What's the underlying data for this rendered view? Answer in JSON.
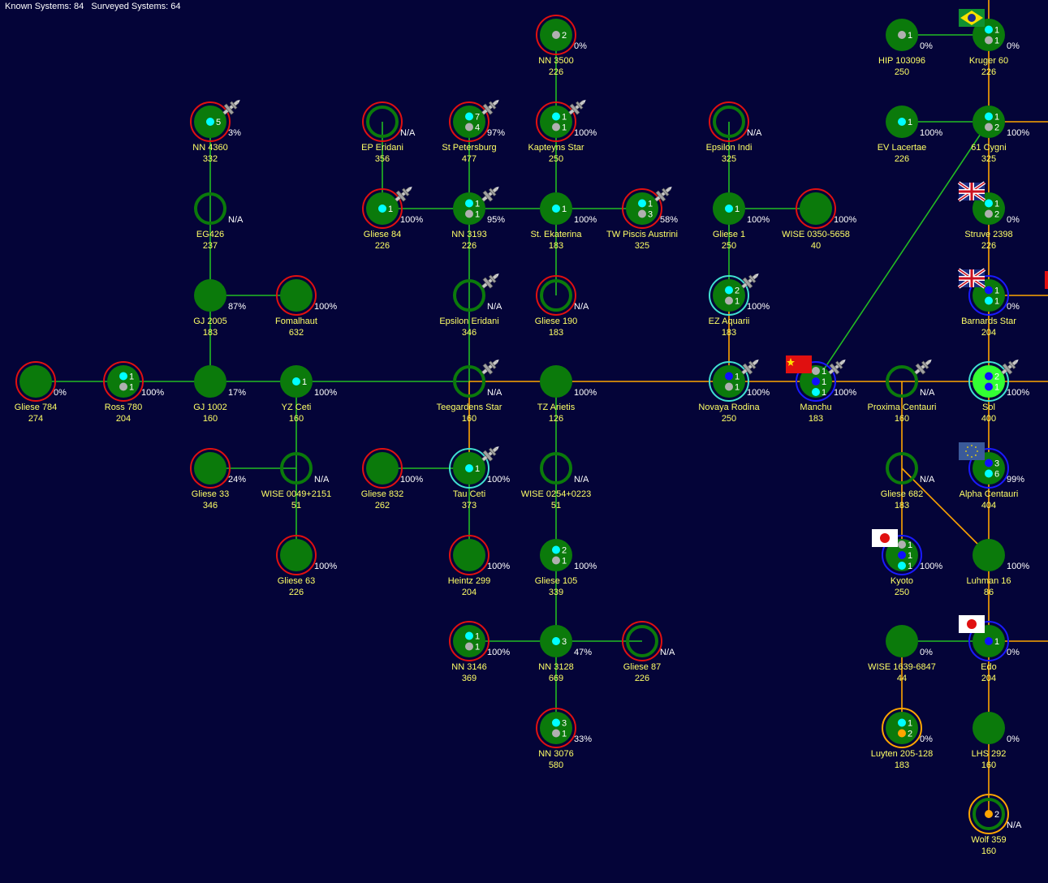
{
  "header": {
    "known_label": "Known Systems:",
    "known_count": "84",
    "surveyed_label": "Surveyed Systems:",
    "surveyed_count": "64"
  },
  "colors": {
    "background": "#040438",
    "planet_fill": "#0b7a0b",
    "home_fill": "#33ff33",
    "label_text": "#ffff66",
    "pct_text": "#ffffff",
    "ring_unsurveyed": "#e01010",
    "ring_cyan": "#40e0d0",
    "ring_blue": "#1a1aff",
    "ring_orange": "#ffa500",
    "lane_green": "#22bb22",
    "lane_orange": "#ffa500",
    "dot_cyan": "#00ffff",
    "dot_grey": "#b0b0b0",
    "dot_blue": "#1010ff",
    "dot_orange": "#ffa500"
  },
  "systems": [
    {
      "id": "nn3500",
      "name": "NN 3500",
      "value": "226",
      "pct": "0%",
      "ring": "red",
      "dots": [
        {
          "c": "grey",
          "n": "2"
        }
      ]
    },
    {
      "id": "nn4360",
      "name": "NN 4360",
      "value": "332",
      "pct": "3%",
      "ring": "red",
      "ship": true,
      "dots": [
        {
          "c": "cyan",
          "n": "5"
        }
      ]
    },
    {
      "id": "epEridani",
      "name": "EP Eridani",
      "value": "356",
      "pct": "N/A",
      "ring": "red",
      "hollow": true,
      "dots": []
    },
    {
      "id": "stPetersburg",
      "name": "St Petersburg",
      "value": "477",
      "pct": "97%",
      "ring": "red",
      "ship": true,
      "dots": [
        {
          "c": "cyan",
          "n": "7"
        },
        {
          "c": "grey",
          "n": "4"
        }
      ]
    },
    {
      "id": "kapteyns",
      "name": "Kapteyns Star",
      "value": "250",
      "pct": "100%",
      "ring": "red",
      "ship": true,
      "dots": [
        {
          "c": "cyan",
          "n": "1"
        },
        {
          "c": "grey",
          "n": "1"
        }
      ]
    },
    {
      "id": "epsIndi",
      "name": "Epsilon Indi",
      "value": "325",
      "pct": "N/A",
      "ring": "red",
      "hollow": true,
      "dots": []
    },
    {
      "id": "hip103096",
      "name": "HIP 103096",
      "value": "250",
      "pct": "0%",
      "ring": "none",
      "dots": [
        {
          "c": "grey",
          "n": "1"
        }
      ]
    },
    {
      "id": "kruger60",
      "name": "Kruger 60",
      "value": "226",
      "pct": "0%",
      "ring": "none",
      "flag": "brazil",
      "dots": [
        {
          "c": "cyan",
          "n": "1"
        },
        {
          "c": "grey",
          "n": "1"
        }
      ]
    },
    {
      "id": "evLacertae",
      "name": "EV Lacertae",
      "value": "226",
      "pct": "100%",
      "ring": "none",
      "dots": [
        {
          "c": "cyan",
          "n": "1"
        }
      ]
    },
    {
      "id": "cygni61",
      "name": "61 Cygni",
      "value": "325",
      "pct": "100%",
      "ring": "none",
      "dots": [
        {
          "c": "cyan",
          "n": "1"
        },
        {
          "c": "grey",
          "n": "2"
        }
      ]
    },
    {
      "id": "eg426",
      "name": "EG426",
      "value": "237",
      "pct": "N/A",
      "ring": "none",
      "hollow": true,
      "dots": []
    },
    {
      "id": "gliese84",
      "name": "Gliese 84",
      "value": "226",
      "pct": "100%",
      "ring": "red",
      "ship": true,
      "dots": [
        {
          "c": "cyan",
          "n": "1"
        }
      ]
    },
    {
      "id": "nn3193",
      "name": "NN 3193",
      "value": "226",
      "pct": "95%",
      "ring": "none",
      "ship": true,
      "dots": [
        {
          "c": "cyan",
          "n": "1"
        },
        {
          "c": "grey",
          "n": "1"
        }
      ]
    },
    {
      "id": "stEkaterina",
      "name": "St. Ekaterina",
      "value": "183",
      "pct": "100%",
      "ring": "none",
      "dots": [
        {
          "c": "cyan",
          "n": "1"
        }
      ]
    },
    {
      "id": "twPiscis",
      "name": "TW Piscis Austrini",
      "value": "325",
      "pct": "58%",
      "ring": "red",
      "ship": true,
      "dots": [
        {
          "c": "cyan",
          "n": "1"
        },
        {
          "c": "grey",
          "n": "3"
        }
      ]
    },
    {
      "id": "gliese1",
      "name": "Gliese 1",
      "value": "250",
      "pct": "100%",
      "ring": "none",
      "dots": [
        {
          "c": "cyan",
          "n": "1"
        }
      ]
    },
    {
      "id": "wise0350",
      "name": "WISE 0350-5658",
      "value": "40",
      "pct": "100%",
      "ring": "red",
      "dots": []
    },
    {
      "id": "struve2398",
      "name": "Struve 2398",
      "value": "226",
      "pct": "0%",
      "ring": "none",
      "flag": "uk",
      "dots": [
        {
          "c": "cyan",
          "n": "1"
        },
        {
          "c": "grey",
          "n": "2"
        }
      ]
    },
    {
      "id": "gj2005",
      "name": "GJ 2005",
      "value": "183",
      "pct": "87%",
      "ring": "none",
      "dots": []
    },
    {
      "id": "fomalhaut",
      "name": "Fomalhaut",
      "value": "632",
      "pct": "100%",
      "ring": "red",
      "dots": []
    },
    {
      "id": "epsEridani",
      "name": "Epsilon Eridani",
      "value": "346",
      "pct": "N/A",
      "ring": "none",
      "hollow": true,
      "ship": true,
      "dots": []
    },
    {
      "id": "gliese190",
      "name": "Gliese 190",
      "value": "183",
      "pct": "N/A",
      "ring": "red",
      "hollow": true,
      "dots": []
    },
    {
      "id": "ezAquarii",
      "name": "EZ Aquarii",
      "value": "183",
      "pct": "100%",
      "ring": "cyan",
      "ship": true,
      "dots": [
        {
          "c": "cyan",
          "n": "2"
        },
        {
          "c": "grey",
          "n": "1"
        }
      ]
    },
    {
      "id": "barnards",
      "name": "Barnards Star",
      "value": "204",
      "pct": "0%",
      "ring": "blue",
      "flag": "uk",
      "dots": [
        {
          "c": "blue",
          "n": "1"
        },
        {
          "c": "cyan",
          "n": "1"
        }
      ]
    },
    {
      "id": "gliese784",
      "name": "Gliese 784",
      "value": "274",
      "pct": "0%",
      "ring": "red",
      "dots": []
    },
    {
      "id": "ross780",
      "name": "Ross 780",
      "value": "204",
      "pct": "100%",
      "ring": "red",
      "dots": [
        {
          "c": "cyan",
          "n": "1"
        },
        {
          "c": "grey",
          "n": "1"
        }
      ]
    },
    {
      "id": "gj1002",
      "name": "GJ 1002",
      "value": "160",
      "pct": "17%",
      "ring": "none",
      "dots": []
    },
    {
      "id": "yzCeti",
      "name": "YZ Ceti",
      "value": "160",
      "pct": "100%",
      "ring": "none",
      "dots": [
        {
          "c": "cyan",
          "n": "1"
        }
      ]
    },
    {
      "id": "teegardens",
      "name": "Teegardens Star",
      "value": "160",
      "pct": "N/A",
      "ring": "none",
      "hollow": true,
      "ship": true,
      "dots": []
    },
    {
      "id": "tzArietis",
      "name": "TZ Arietis",
      "value": "126",
      "pct": "100%",
      "ring": "none",
      "dots": []
    },
    {
      "id": "novayaRodina",
      "name": "Novaya Rodina",
      "value": "250",
      "pct": "100%",
      "ring": "cyan",
      "ship": true,
      "dots": [
        {
          "c": "blue",
          "n": "1"
        },
        {
          "c": "grey",
          "n": "1"
        }
      ]
    },
    {
      "id": "manchu",
      "name": "Manchu",
      "value": "183",
      "pct": "100%",
      "ring": "blue",
      "flag": "china",
      "ship": true,
      "dots": [
        {
          "c": "grey",
          "n": "1"
        },
        {
          "c": "blue",
          "n": "1"
        },
        {
          "c": "cyan",
          "n": "1"
        }
      ]
    },
    {
      "id": "proxima",
      "name": "Proxima Centauri",
      "value": "160",
      "pct": "N/A",
      "ring": "none",
      "hollow": true,
      "ship": true,
      "dots": []
    },
    {
      "id": "sol",
      "name": "Sol",
      "value": "400",
      "pct": "100%",
      "ring": "cyan",
      "home": true,
      "ship": true,
      "dots": [
        {
          "c": "blue",
          "n": "2"
        },
        {
          "c": "blue",
          "n": "1"
        }
      ]
    },
    {
      "id": "gliese33",
      "name": "Gliese 33",
      "value": "346",
      "pct": "24%",
      "ring": "red",
      "dots": []
    },
    {
      "id": "wise0049",
      "name": "WISE 0049+2151",
      "value": "51",
      "pct": "N/A",
      "ring": "none",
      "hollow": true,
      "dots": []
    },
    {
      "id": "gliese832",
      "name": "Gliese 832",
      "value": "262",
      "pct": "100%",
      "ring": "red",
      "dots": []
    },
    {
      "id": "tauCeti",
      "name": "Tau Ceti",
      "value": "373",
      "pct": "100%",
      "ring": "cyan",
      "ship": true,
      "dots": [
        {
          "c": "cyan",
          "n": "1"
        }
      ]
    },
    {
      "id": "wise0254",
      "name": "WISE 0254+0223",
      "value": "51",
      "pct": "N/A",
      "ring": "none",
      "hollow": true,
      "dots": []
    },
    {
      "id": "gliese682",
      "name": "Gliese 682",
      "value": "183",
      "pct": "N/A",
      "ring": "none",
      "hollow": true,
      "dots": []
    },
    {
      "id": "alphaCen",
      "name": "Alpha Centauri",
      "value": "404",
      "pct": "99%",
      "ring": "blue",
      "flag": "eu",
      "dots": [
        {
          "c": "blue",
          "n": "3"
        },
        {
          "c": "cyan",
          "n": "6"
        }
      ]
    },
    {
      "id": "gliese63",
      "name": "Gliese 63",
      "value": "226",
      "pct": "100%",
      "ring": "red",
      "dots": []
    },
    {
      "id": "heintz299",
      "name": "Heintz 299",
      "value": "204",
      "pct": "100%",
      "ring": "red",
      "dots": []
    },
    {
      "id": "gliese105",
      "name": "Gliese 105",
      "value": "339",
      "pct": "100%",
      "ring": "none",
      "dots": [
        {
          "c": "cyan",
          "n": "2"
        },
        {
          "c": "grey",
          "n": "1"
        }
      ]
    },
    {
      "id": "kyoto",
      "name": "Kyoto",
      "value": "250",
      "pct": "100%",
      "ring": "blue",
      "flag": "japan",
      "dots": [
        {
          "c": "grey",
          "n": "1"
        },
        {
          "c": "blue",
          "n": "1"
        },
        {
          "c": "cyan",
          "n": "1"
        }
      ]
    },
    {
      "id": "luhman16",
      "name": "Luhman 16",
      "value": "86",
      "pct": "100%",
      "ring": "none",
      "dots": []
    },
    {
      "id": "nn3146",
      "name": "NN 3146",
      "value": "369",
      "pct": "100%",
      "ring": "red",
      "dots": [
        {
          "c": "cyan",
          "n": "1"
        },
        {
          "c": "grey",
          "n": "1"
        }
      ]
    },
    {
      "id": "nn3128",
      "name": "NN 3128",
      "value": "669",
      "pct": "47%",
      "ring": "none",
      "dots": [
        {
          "c": "cyan",
          "n": "3"
        }
      ]
    },
    {
      "id": "gliese87",
      "name": "Gliese 87",
      "value": "226",
      "pct": "N/A",
      "ring": "red",
      "hollow": true,
      "dots": []
    },
    {
      "id": "wise1639",
      "name": "WISE 1639-6847",
      "value": "44",
      "pct": "0%",
      "ring": "none",
      "dots": []
    },
    {
      "id": "edo",
      "name": "Edo",
      "value": "204",
      "pct": "0%",
      "ring": "blue",
      "flag": "japan",
      "dots": [
        {
          "c": "blue",
          "n": "1"
        }
      ]
    },
    {
      "id": "nn3076",
      "name": "NN 3076",
      "value": "580",
      "pct": "33%",
      "ring": "red",
      "dots": [
        {
          "c": "cyan",
          "n": "3"
        },
        {
          "c": "grey",
          "n": "1"
        }
      ]
    },
    {
      "id": "luyten205",
      "name": "Luyten 205-128",
      "value": "183",
      "pct": "0%",
      "ring": "orange",
      "dots": [
        {
          "c": "cyan",
          "n": "1"
        },
        {
          "c": "orange",
          "n": "2"
        }
      ]
    },
    {
      "id": "lhs292",
      "name": "LHS 292",
      "value": "160",
      "pct": "0%",
      "ring": "none",
      "dots": []
    },
    {
      "id": "wolf359",
      "name": "Wolf 359",
      "value": "160",
      "pct": "N/A",
      "ring": "orange",
      "hollow": true,
      "dots": [
        {
          "c": "orange",
          "n": "2"
        }
      ]
    }
  ],
  "lanes": [
    [
      "nn3500",
      "kapteyns",
      "g"
    ],
    [
      "kapteyns",
      "stEkaterina",
      "g"
    ],
    [
      "stEkaterina",
      "gliese190",
      "g"
    ],
    [
      "nn4360",
      "eg426",
      "g"
    ],
    [
      "eg426",
      "gj2005",
      "g"
    ],
    [
      "gj2005",
      "fomalhaut",
      "g"
    ],
    [
      "gj2005",
      "gj1002",
      "g"
    ],
    [
      "epEridani",
      "gliese84",
      "g"
    ],
    [
      "gliese84",
      "nn3193",
      "g"
    ],
    [
      "stPetersburg",
      "nn3193",
      "g"
    ],
    [
      "nn3193",
      "stEkaterina",
      "g"
    ],
    [
      "stEkaterina",
      "twPiscis",
      "g"
    ],
    [
      "nn3193",
      "epsEridani",
      "g"
    ],
    [
      "epsEridani",
      "teegardens",
      "g"
    ],
    [
      "epsIndi",
      "gliese1",
      "g"
    ],
    [
      "gliese1",
      "wise0350",
      "g"
    ],
    [
      "gliese1",
      "ezAquarii",
      "g"
    ],
    [
      "ezAquarii",
      "novayaRodina",
      "o"
    ],
    [
      "hip103096",
      "kruger60",
      "g"
    ],
    [
      "kruger60",
      "cygni61",
      "o"
    ],
    [
      "evLacertae",
      "cygni61",
      "g"
    ],
    [
      "cygni61",
      "struve2398",
      "o"
    ],
    [
      "cygni61",
      "manchu",
      "g"
    ],
    [
      "struve2398",
      "barnards",
      "o"
    ],
    [
      "barnards",
      "sol",
      "o"
    ],
    [
      "gliese784",
      "ross780",
      "g"
    ],
    [
      "ross780",
      "gj1002",
      "g"
    ],
    [
      "gj1002",
      "yzCeti",
      "g"
    ],
    [
      "yzCeti",
      "teegardens",
      "g"
    ],
    [
      "teegardens",
      "tzArietis",
      "o"
    ],
    [
      "tzArietis",
      "novayaRodina",
      "o"
    ],
    [
      "novayaRodina",
      "manchu",
      "o"
    ],
    [
      "manchu",
      "proxima",
      "o"
    ],
    [
      "proxima",
      "sol",
      "o"
    ],
    [
      "yzCeti",
      "wise0049",
      "g"
    ],
    [
      "gliese33",
      "wise0049",
      "g"
    ],
    [
      "wise0049",
      "gliese63",
      "g"
    ],
    [
      "teegardens",
      "tauCeti",
      "o"
    ],
    [
      "gliese832",
      "tauCeti",
      "g"
    ],
    [
      "tauCeti",
      "heintz299",
      "g"
    ],
    [
      "tzArietis",
      "wise0254",
      "g"
    ],
    [
      "wise0254",
      "gliese105",
      "g"
    ],
    [
      "gliese105",
      "nn3128",
      "g"
    ],
    [
      "nn3146",
      "nn3128",
      "g"
    ],
    [
      "nn3128",
      "gliese87",
      "g"
    ],
    [
      "nn3128",
      "nn3076",
      "g"
    ],
    [
      "proxima",
      "gliese682",
      "o"
    ],
    [
      "gliese682",
      "kyoto",
      "o"
    ],
    [
      "gliese682",
      "luhman16",
      "o"
    ],
    [
      "sol",
      "alphaCen",
      "o"
    ],
    [
      "alphaCen",
      "luhman16",
      "o"
    ],
    [
      "luhman16",
      "edo",
      "o"
    ],
    [
      "wise1639",
      "edo",
      "g"
    ],
    [
      "wise1639",
      "luyten205",
      "o"
    ],
    [
      "edo",
      "lhs292",
      "o"
    ],
    [
      "lhs292",
      "wolf359",
      "o"
    ]
  ]
}
